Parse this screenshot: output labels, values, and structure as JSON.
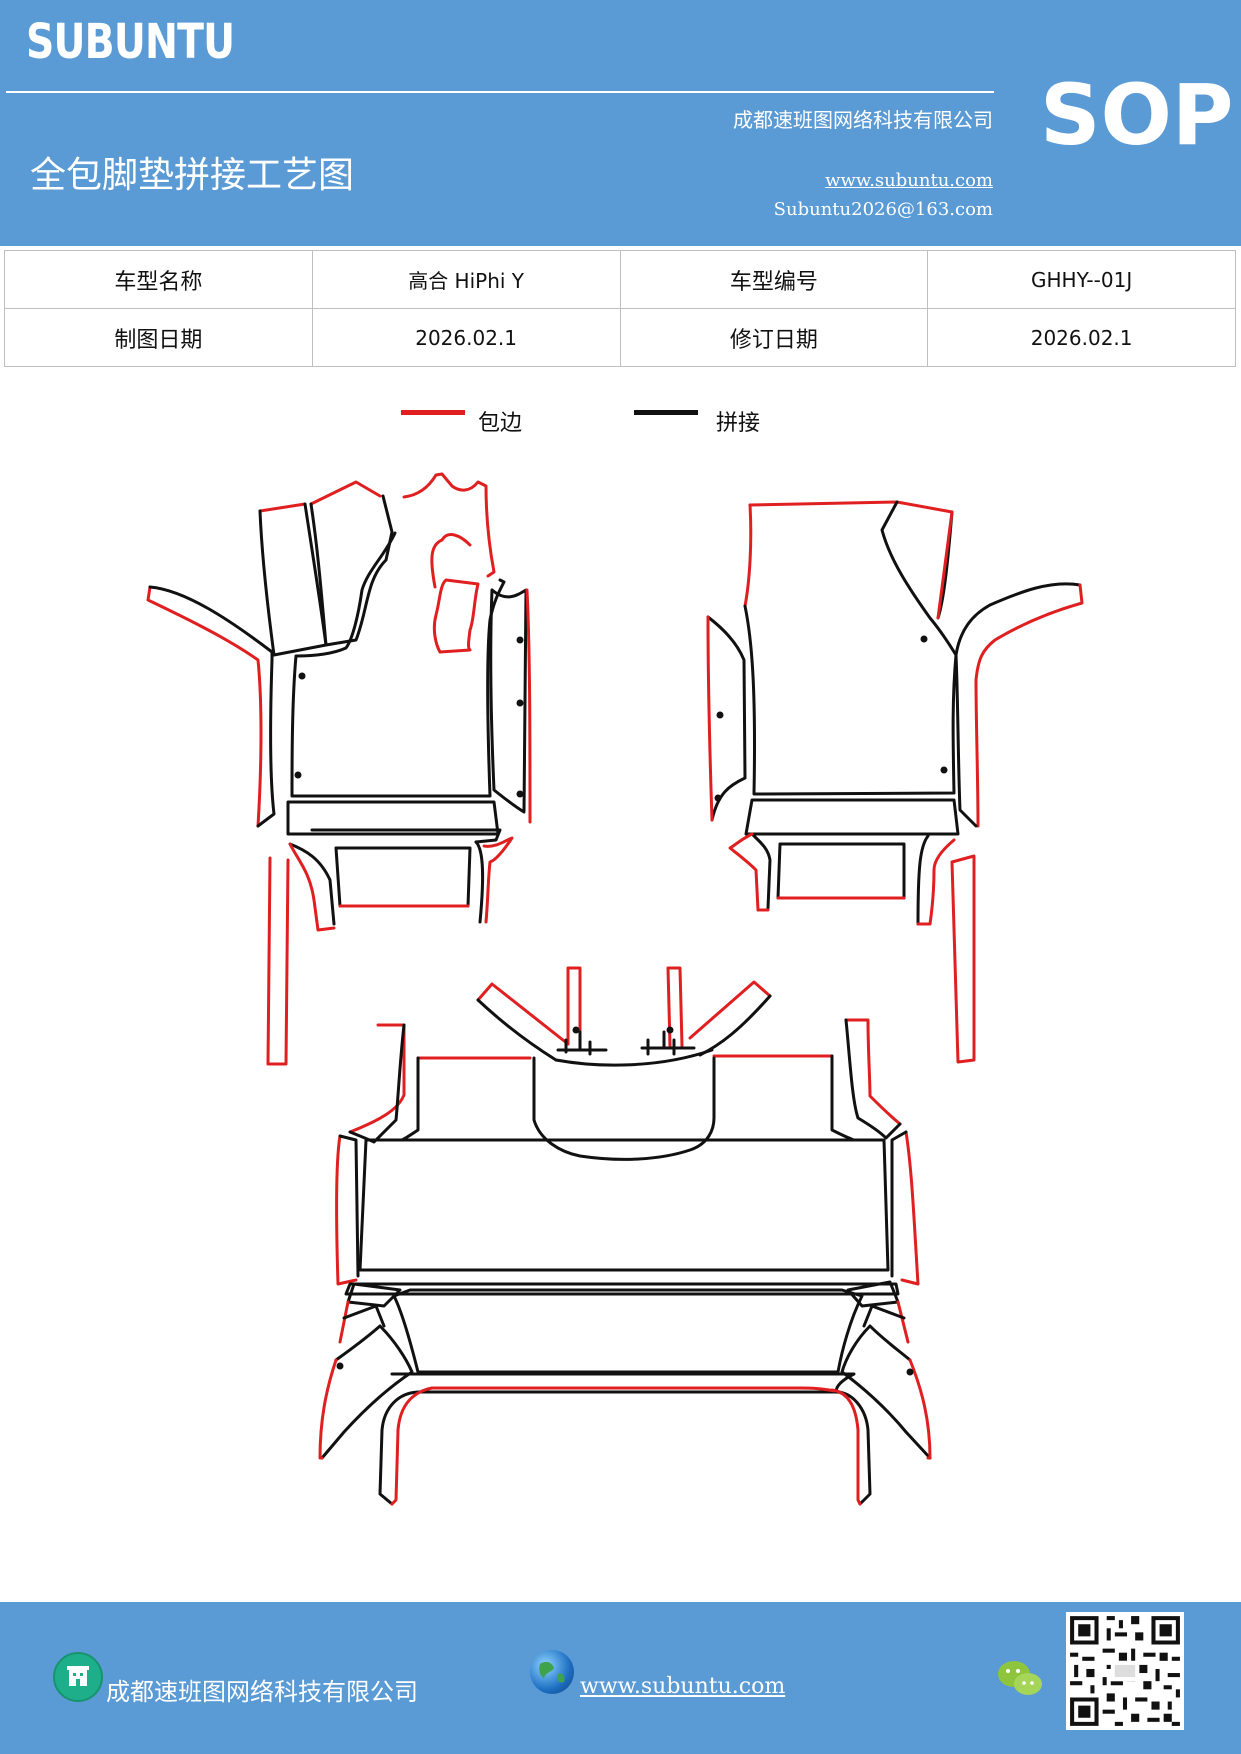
{
  "header": {
    "brand": "SUBUNTU",
    "company": "成都速班图网络科技有限公司",
    "title": "全包脚垫拼接工艺图",
    "website": "www.subuntu.com",
    "email": "Subuntu2026@163.com",
    "badge": "SOP"
  },
  "info": {
    "model_name_label": "车型名称",
    "model_name": "高合 HiPhi Y",
    "model_code_label": "车型编号",
    "model_code": "GHHY--01J",
    "draw_date_label": "制图日期",
    "draw_date": "2026.02.1",
    "revise_date_label": "修订日期",
    "revise_date": "2026.02.1"
  },
  "legend": {
    "edge_label": "包边",
    "edge_color": "#e02020",
    "joint_label": "拼接",
    "joint_color": "#111111"
  },
  "footer": {
    "company": "成都速班图网络科技有限公司",
    "website": "www.subuntu.com"
  },
  "icons": [
    "building-icon",
    "globe-icon",
    "wechat-icon",
    "qr-code"
  ]
}
